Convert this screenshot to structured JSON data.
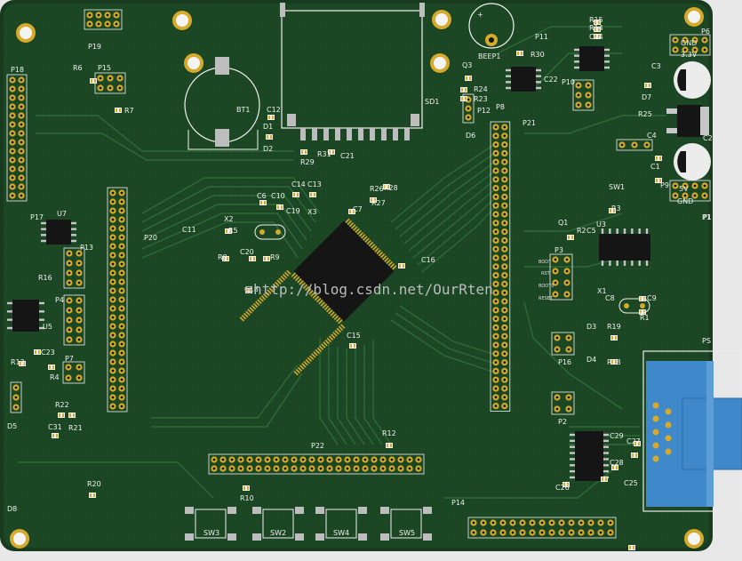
{
  "board": {
    "colors": {
      "substrate": "#183a1e",
      "copper_fill": "#1f4a27",
      "trace": "#2e6a38",
      "pad": "#d6aa2b",
      "silk": "#f0f0f0",
      "connector": "#3f88c9",
      "ic_body": "#151515"
    }
  },
  "watermark": "http://blog.csdn.net/OurRten",
  "references": {
    "P19": "P19",
    "P18": "P18",
    "P15": "P15",
    "R6": "R6",
    "R7": "R7",
    "BT1": "BT1",
    "C12": "C12",
    "D1": "D1",
    "D2": "D2",
    "SD1": "SD1",
    "R29": "R29",
    "R31": "R31",
    "C21": "C21",
    "BEEP1": "BEEP1",
    "P11": "P11",
    "R15": "R15",
    "R14": "R14",
    "C24": "C24",
    "R30": "R30",
    "Q3": "Q3",
    "R24": "R24",
    "R23": "R23",
    "P12": "P12",
    "D6": "D6",
    "C22": "C22",
    "P10": "P10",
    "P8": "P8",
    "P21": "P21",
    "GND_TOP": "GND",
    "V33": "3.3V",
    "P6": "P6",
    "C3": "C3",
    "D7": "D7",
    "R25": "R25",
    "C2": "C2",
    "C4": "C4",
    "C1": "C1",
    "P9": "P9",
    "SW1": "SW1",
    "V5": "5V",
    "GND_MID": "GND",
    "P7_RIGHT": "P1",
    "R26": "R26",
    "R27": "R27",
    "R28": "R28",
    "C14": "C14",
    "C13": "C13",
    "C6": "C6",
    "C10": "C10",
    "X3": "X3",
    "C19": "C19",
    "C7": "C7",
    "X2": "X2",
    "C11": "C11",
    "R5": "R5",
    "U7": "U7",
    "P17": "P17",
    "P13": "P13",
    "R16": "R16",
    "P4": "P4",
    "U5": "U5",
    "R13": "R13",
    "C23": "C23",
    "R4": "R4",
    "P7": "P7",
    "D5": "D5",
    "R22": "R22",
    "C31": "C31",
    "R21": "R21",
    "D8": "D8",
    "R20": "R20",
    "P20": "P20",
    "R8": "R8",
    "C20": "C20",
    "R9": "R9",
    "C18": "C18",
    "C16": "C16",
    "C15": "C15",
    "P22": "P22",
    "R12": "R12",
    "R10": "R10",
    "SW3": "SW3",
    "SW2": "SW2",
    "SW4": "SW4",
    "SW5": "SW5",
    "P14": "P14",
    "C27": "C27",
    "Q1": "Q1",
    "R2": "R2",
    "C5": "C5",
    "R3": "R3",
    "U3": "U3",
    "P3": "P3",
    "X1": "X1",
    "C8": "C8",
    "C9": "C9",
    "R1": "R1",
    "D3": "D3",
    "R19": "R19",
    "D4": "D4",
    "R18": "R18",
    "P16": "P16",
    "P2": "P2",
    "C29": "C29",
    "C28": "C28",
    "C25": "C25",
    "C26": "C26",
    "PS": "PS",
    "P1_ALT": "P1",
    "BOOT": "BOOT",
    "RST": "RST",
    "BOOT_ALT": "BOOT0",
    "R11": "R11",
    "RESET": "RESET",
    "GNDP": "GND"
  }
}
